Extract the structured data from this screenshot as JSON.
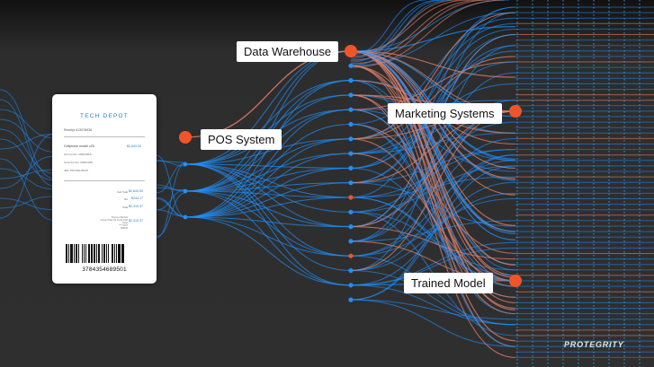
{
  "nodes": {
    "data_warehouse": "Data Warehouse",
    "pos_system": "POS System",
    "marketing_systems": "Marketing Systems",
    "trained_model": "Trained Model"
  },
  "receipt": {
    "store": "TECH DEPOT",
    "receipt_no": "Receipt #13078936",
    "item_name": "Cellphone model x25",
    "item_price": "$2,643.00",
    "details": [
      "Part Number: CM8043BUU",
      "Serial Number: SM8613ZB1",
      "IMEI: 35976084466278"
    ],
    "totals": [
      {
        "label": "Sub Total",
        "value": "$2,643.00"
      },
      {
        "label": "Tax",
        "value": "$244.17"
      },
      {
        "label": "Total",
        "value": "$2,315.37"
      }
    ],
    "payment_lines": [
      "Payment Method",
      "Amount Paid Via Credit Card",
      "(Visa)",
      "*****1467",
      "$49915"
    ],
    "payment_amount": "$2,315.37",
    "barcode_number": "3784354689501"
  },
  "brand": "PROTEGRITY",
  "colors": {
    "flow_blue": "#1e90ff",
    "flow_orange": "#e2826b",
    "node_orange": "#f0552a",
    "background": "#2f2f2f"
  }
}
